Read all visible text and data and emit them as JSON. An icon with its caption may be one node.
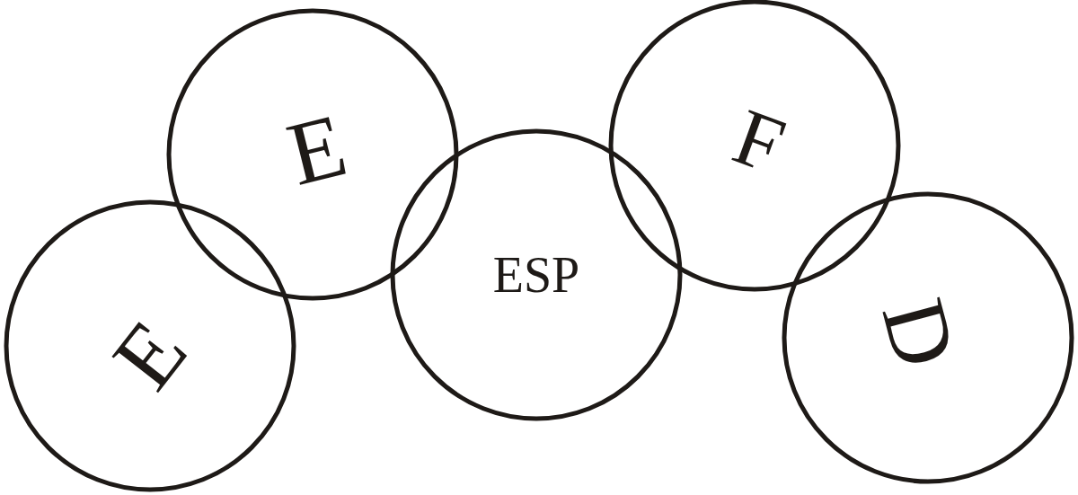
{
  "diagram": {
    "nodes": [
      {
        "text": [
          "E"
        ]
      },
      {
        "text": [
          "E"
        ]
      },
      {
        "text": [
          "ESP"
        ]
      },
      {
        "text": [
          "F"
        ]
      },
      {
        "text": [
          "D"
        ]
      }
    ]
  }
}
